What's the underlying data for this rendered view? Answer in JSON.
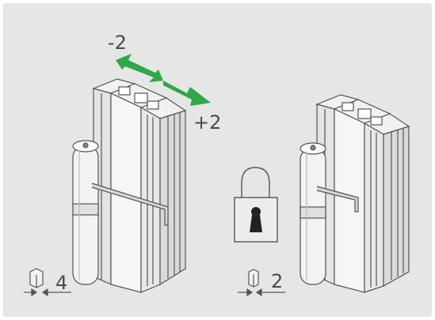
{
  "colors": {
    "background": "#e6e6e6",
    "panel_outer": "#ffffff",
    "arrow_green": "#2ea84a",
    "line": "#555555",
    "profile_fill": "#f1f1f1",
    "profile_shade": "#cfcfcf"
  },
  "labels": {
    "minus": "-2",
    "plus": "+2",
    "left_size": "4",
    "right_size": "2"
  },
  "icons": {
    "adjust_arrow": "double-arrow-icon",
    "padlock": "padlock-icon",
    "hex_key_left": "hex-key-icon",
    "hex_key_right": "hex-key-icon"
  }
}
